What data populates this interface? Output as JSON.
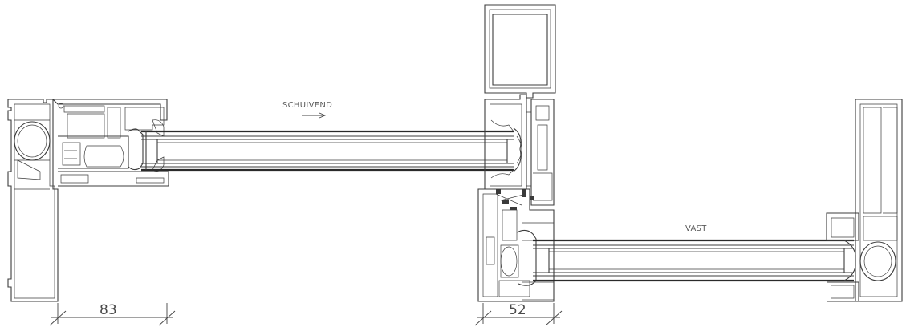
{
  "labels": {
    "sliding": "SCHUIVEND",
    "fixed": "VAST"
  },
  "dimensions": {
    "left_width": "83",
    "middle_width": "52"
  },
  "colors": {
    "line": "#3c3c3c",
    "text": "#5a5a5a",
    "background": "#ffffff"
  }
}
